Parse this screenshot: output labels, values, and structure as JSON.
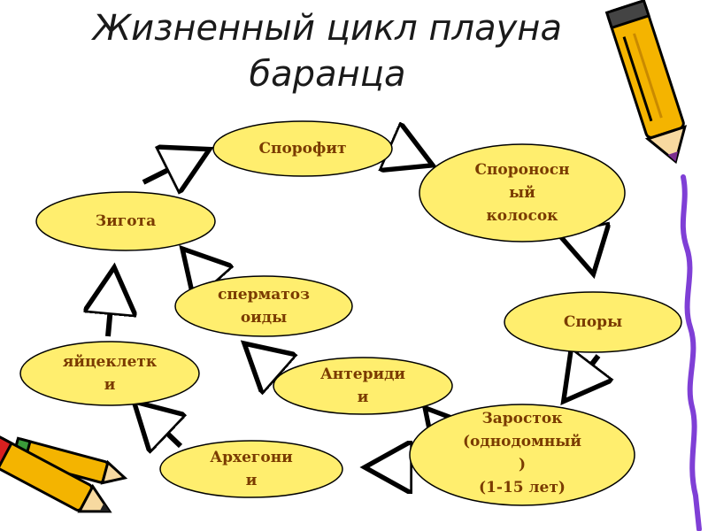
{
  "title": {
    "line1": "Жизненный цикл плауна",
    "line2": "баранца"
  },
  "nodes": {
    "sporophyte": "Спорофит",
    "sporangial_spike": [
      "Спороносн",
      "ый",
      "колосок"
    ],
    "spores": "Споры",
    "prothallus": [
      "Заросток",
      "(однодомный",
      ")",
      "(1-15 лет)"
    ],
    "antheridia": [
      "Антериди",
      "и"
    ],
    "archegonia": [
      "Архегони",
      "и"
    ],
    "spermatozoids": [
      "сперматоз",
      "оиды"
    ],
    "egg_cells": [
      "яйцеклетк",
      "и"
    ],
    "zygote": "Зигота"
  },
  "colors": {
    "node_fill": "#ffee6e",
    "node_stroke": "#000000",
    "node_text": "#7a3b00",
    "arrow": "#000000",
    "pencil_body": "#f4b400",
    "squiggle": "#7f3fd6"
  },
  "icons": [
    "pencil-icon",
    "pencils-icon",
    "squiggle-line-icon"
  ]
}
